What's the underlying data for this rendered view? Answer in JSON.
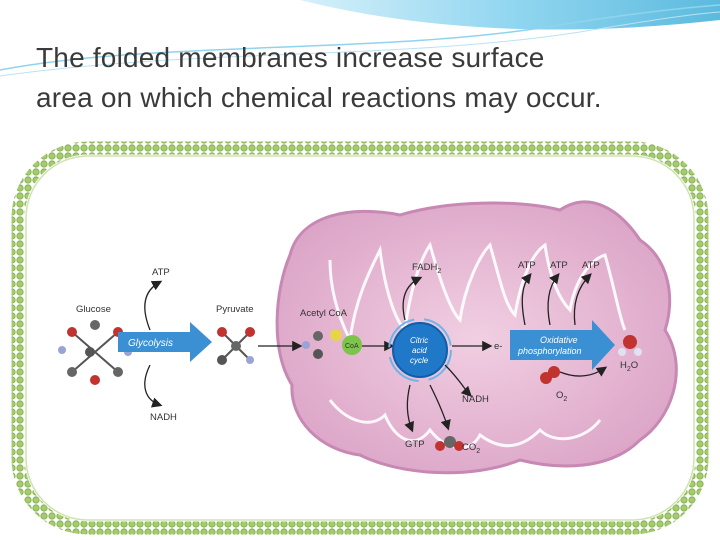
{
  "slide": {
    "title_line1": "The folded membranes increase surface",
    "title_line2": "area on which chemical reactions may occur."
  },
  "diagram": {
    "labels": {
      "atp_glycolysis": "ATP",
      "glucose": "Glucose",
      "glycolysis": "Glycolysis",
      "nadh_glycolysis": "NADH",
      "pyruvate": "Pyruvate",
      "acetyl_coa": "Acetyl CoA",
      "coa": "CoA",
      "fadh2_main": "FADH",
      "fadh2_sub": "2",
      "atp1": "ATP",
      "atp2": "ATP",
      "atp3": "ATP",
      "citric_line1": "Citric",
      "citric_line2": "acid",
      "citric_line3": "cycle",
      "electron": "e-",
      "oxphos_line1": "Oxidative",
      "oxphos_line2": "phosphorylation",
      "h2o_main": "H",
      "h2o_sub": "2",
      "h2o_end": "O",
      "o2_main": "O",
      "o2_sub": "2",
      "nadh_cycle": "NADH",
      "gtp": "GTP",
      "co2_main": "CO",
      "co2_sub": "2"
    },
    "colors": {
      "membrane_green": "#8dbb5a",
      "mito_pink": "#e9bcd6",
      "mito_dark": "#d79cc2",
      "arrow_blue": "#3b8fd3",
      "cycle_blue": "#1f78c8",
      "header_wave": "#6fc3e8"
    }
  }
}
